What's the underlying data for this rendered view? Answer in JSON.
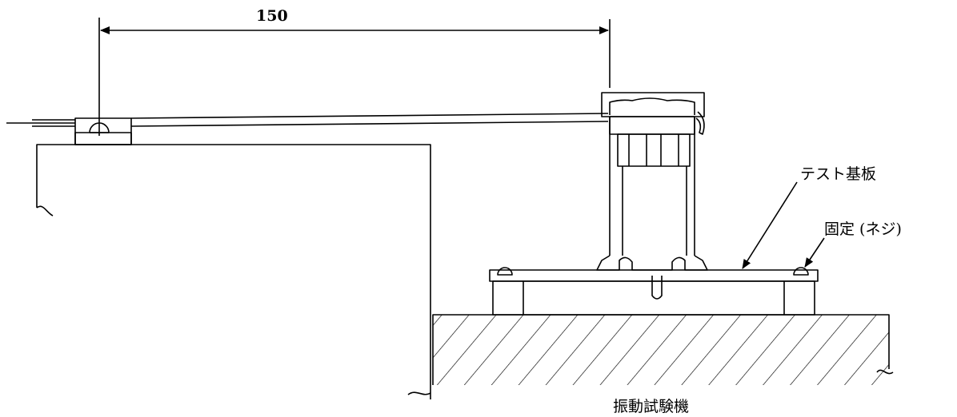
{
  "labels": {
    "dimension": "150",
    "test_board": "テスト基板",
    "fixing_screw": "固定 (ネジ)",
    "vibration_tester": "振動試験機"
  }
}
